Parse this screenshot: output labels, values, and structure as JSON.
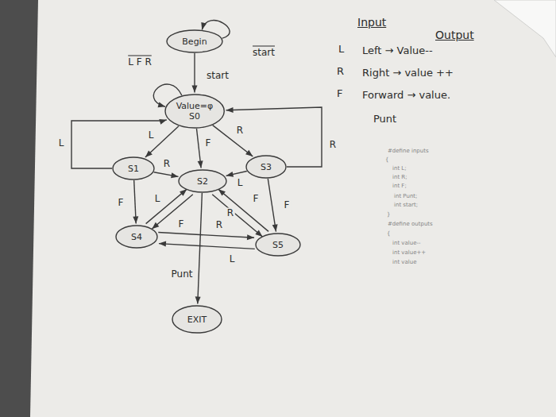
{
  "diagram": {
    "nodes": [
      {
        "text": [
          "Begin"
        ]
      },
      {
        "text": [
          "Value=φ",
          "S0"
        ]
      },
      {
        "text": [
          "S1"
        ]
      },
      {
        "text": [
          "S2"
        ]
      },
      {
        "text": [
          "S3"
        ]
      },
      {
        "text": [
          "S4"
        ]
      },
      {
        "text": [
          "S5"
        ]
      },
      {
        "text": [
          "EXIT"
        ]
      }
    ],
    "edges": [
      {
        "from": 0,
        "to": 0,
        "label": "start",
        "arrow": "to"
      },
      {
        "from": 0,
        "to": 1,
        "label": "start",
        "arrow": "to"
      },
      {
        "from": 1,
        "to": 1,
        "label": "L F R",
        "arrow": "to"
      },
      {
        "from": 1,
        "to": 2,
        "label": "L",
        "arrow": "to"
      },
      {
        "from": 1,
        "to": 3,
        "label": "F",
        "arrow": "to"
      },
      {
        "from": 1,
        "to": 4,
        "label": "R",
        "arrow": "to"
      },
      {
        "from": 2,
        "to": 1,
        "label": "L",
        "arrow": "to"
      },
      {
        "from": 4,
        "to": 1,
        "label": "R",
        "arrow": "to"
      },
      {
        "from": 2,
        "to": 3,
        "label": "R",
        "arrow": "to"
      },
      {
        "from": 4,
        "to": 3,
        "label": "L",
        "arrow": "to"
      },
      {
        "from": 2,
        "to": 5,
        "label": "F",
        "arrow": "to"
      },
      {
        "from": 4,
        "to": 6,
        "label": "F",
        "arrow": "to"
      },
      {
        "from": 3,
        "to": 5,
        "label": "L",
        "arrow": "to"
      },
      {
        "from": 5,
        "to": 3,
        "label": "F",
        "arrow": "to"
      },
      {
        "from": 3,
        "to": 6,
        "label": "R",
        "arrow": "to"
      },
      {
        "from": 6,
        "to": 3,
        "label": "F",
        "arrow": "to"
      },
      {
        "from": 5,
        "to": 6,
        "label": "R",
        "arrow": "to"
      },
      {
        "from": 6,
        "to": 5,
        "label": "L",
        "arrow": "to"
      },
      {
        "from": 3,
        "to": 7,
        "label": "Punt",
        "arrow": "to"
      }
    ],
    "labels": [
      "Input",
      "Output",
      "L",
      "Left → Value--",
      "R",
      "Right → value ++",
      "F",
      "Forward → value.",
      "Punt",
      "#define inputs",
      "{",
      "int L;",
      "int R;",
      "int F;",
      "int Punt;",
      "int start;",
      "}",
      "#define outputs",
      "{",
      "int value--",
      "int value++",
      "int value"
    ]
  }
}
